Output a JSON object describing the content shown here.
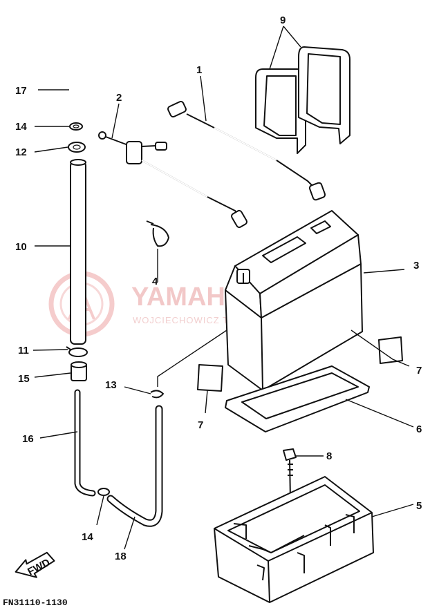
{
  "watermark": {
    "title": "YAMAHANLEP.PL",
    "subtitle": "WOJCIECHOWICZ TRADE DEALER YAMAHA"
  },
  "callouts": {
    "c1": "1",
    "c2": "2",
    "c3": "3",
    "c4": "4",
    "c5": "5",
    "c6": "6",
    "c7a": "7",
    "c7b": "7",
    "c8": "8",
    "c9": "9",
    "c10": "10",
    "c11": "11",
    "c12": "12",
    "c13": "13",
    "c14a": "14",
    "c14b": "14",
    "c15": "15",
    "c16": "16",
    "c17": "17",
    "c18": "18"
  },
  "fwd_label": "FWD",
  "figure_code": "FN31110-1130"
}
